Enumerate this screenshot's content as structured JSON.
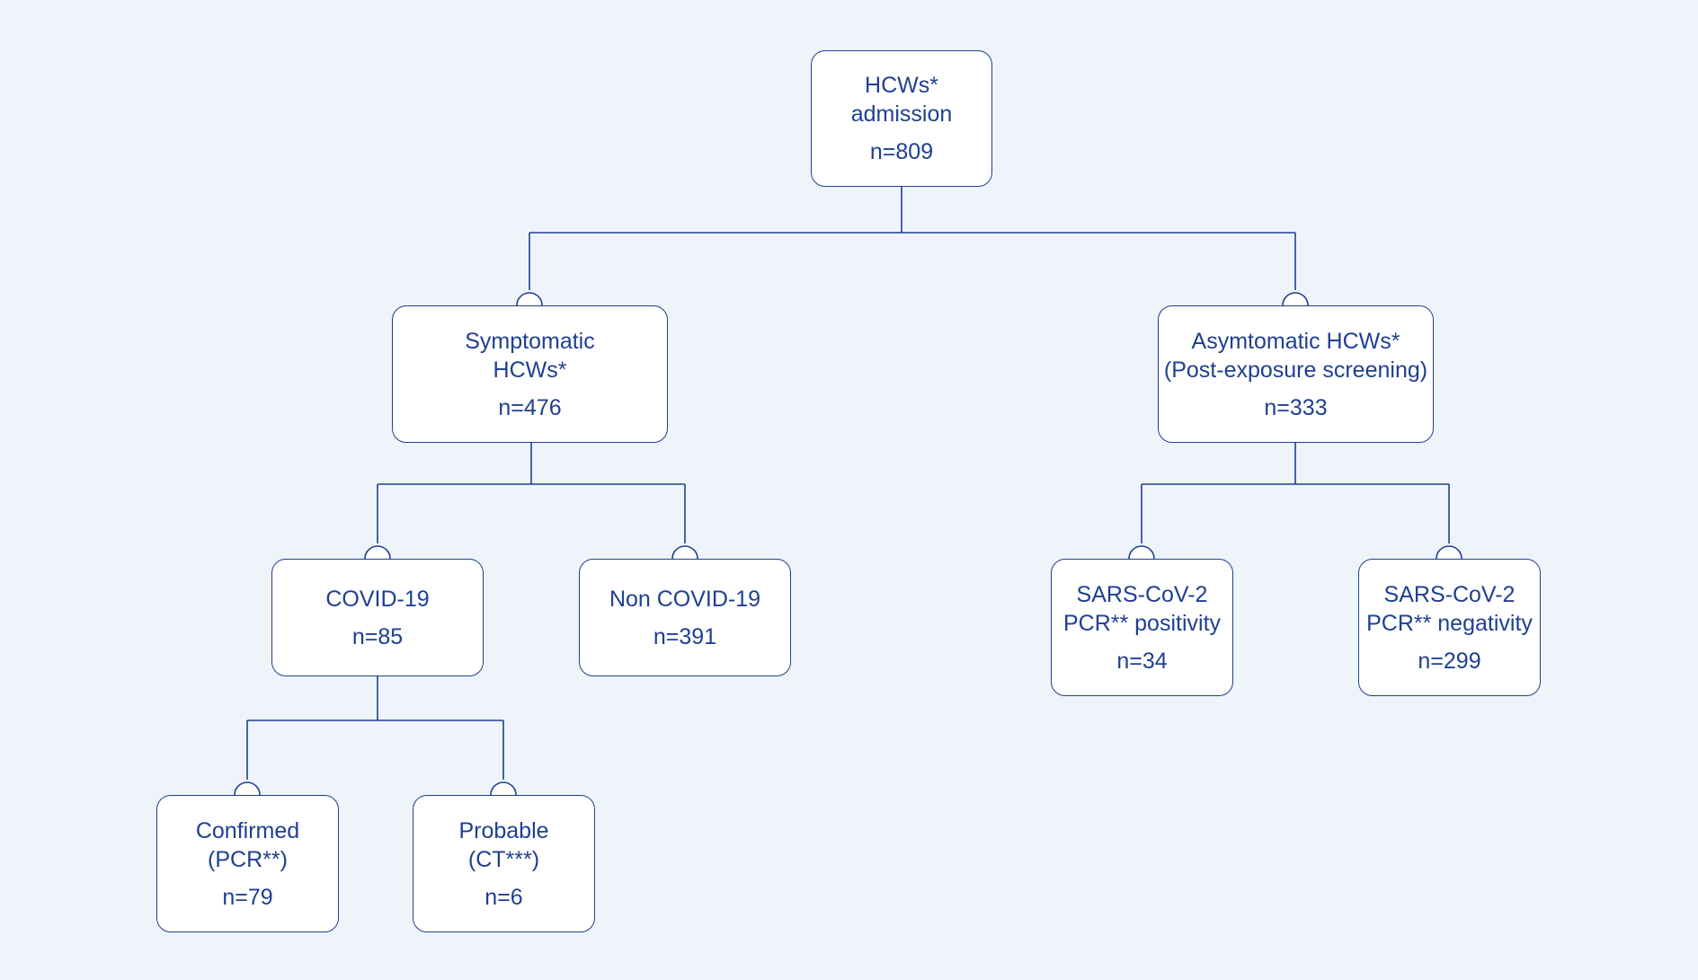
{
  "colors": {
    "background": "#eef4f9",
    "box_fill": "#ffffff",
    "line": "#1f3f91",
    "text": "#1f3f91"
  },
  "nodes": {
    "root": {
      "lines": [
        "HCWs*",
        "admission"
      ],
      "count": "n=809"
    },
    "symptomatic": {
      "lines": [
        "Symptomatic",
        "HCWs*"
      ],
      "count": "n=476"
    },
    "asymptomatic": {
      "lines": [
        "Asymtomatic HCWs*",
        "(Post-exposure screening)"
      ],
      "count": "n=333"
    },
    "covid19": {
      "lines": [
        "COVID-19"
      ],
      "count": "n=85"
    },
    "non_covid19": {
      "lines": [
        "Non COVID-19"
      ],
      "count": "n=391"
    },
    "pcr_positivity": {
      "lines": [
        "SARS-CoV-2",
        "PCR** positivity"
      ],
      "count": "n=34"
    },
    "pcr_negativity": {
      "lines": [
        "SARS-CoV-2",
        "PCR** negativity"
      ],
      "count": "n=299"
    },
    "confirmed": {
      "lines": [
        "Confirmed",
        "(PCR**)"
      ],
      "count": "n=79"
    },
    "probable": {
      "lines": [
        "Probable",
        "(CT***)"
      ],
      "count": "n=6"
    }
  }
}
